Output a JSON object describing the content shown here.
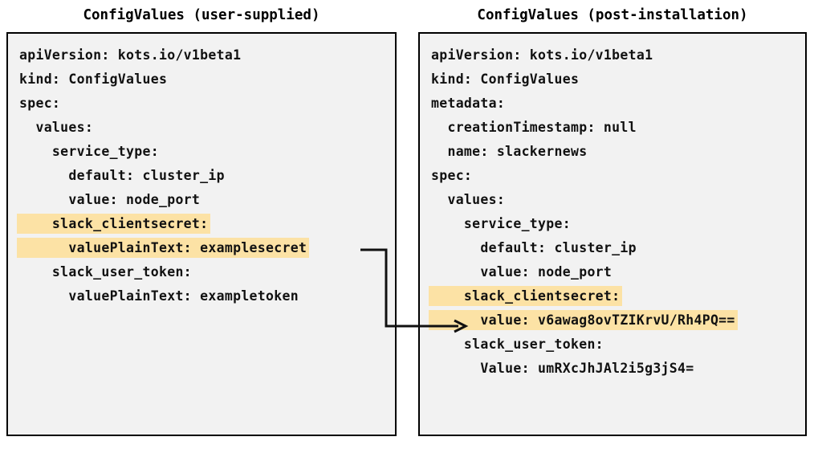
{
  "diagram": {
    "title_left": "ConfigValues (user-supplied)",
    "title_right": "ConfigValues (post-installation)",
    "highlight_color": "#FCE2A5",
    "panel_background": "#F2F2F2",
    "border_color": "#000000",
    "connector_color": "#000000"
  },
  "left_panel": {
    "title": "ConfigValues (user-supplied)",
    "lines": [
      {
        "text": "apiVersion: kots.io/v1beta1",
        "indent": 0,
        "highlight": false
      },
      {
        "text": "kind: ConfigValues",
        "indent": 0,
        "highlight": false
      },
      {
        "text": "spec:",
        "indent": 0,
        "highlight": false
      },
      {
        "text": "values:",
        "indent": 1,
        "highlight": false
      },
      {
        "text": "service_type:",
        "indent": 2,
        "highlight": false
      },
      {
        "text": "default: cluster_ip",
        "indent": 3,
        "highlight": false
      },
      {
        "text": "value: node_port",
        "indent": 3,
        "highlight": false
      },
      {
        "text": "slack_clientsecret:",
        "indent": 2,
        "highlight": true
      },
      {
        "text": "valuePlainText: examplesecret",
        "indent": 3,
        "highlight": true
      },
      {
        "text": "slack_user_token:",
        "indent": 2,
        "highlight": false
      },
      {
        "text": "valuePlainText: exampletoken",
        "indent": 3,
        "highlight": false
      }
    ]
  },
  "right_panel": {
    "title": "ConfigValues (post-installation)",
    "lines": [
      {
        "text": "apiVersion: kots.io/v1beta1",
        "indent": 0,
        "highlight": false
      },
      {
        "text": "kind: ConfigValues",
        "indent": 0,
        "highlight": false
      },
      {
        "text": "metadata:",
        "indent": 0,
        "highlight": false
      },
      {
        "text": "creationTimestamp: null",
        "indent": 1,
        "highlight": false
      },
      {
        "text": "name: slackernews",
        "indent": 1,
        "highlight": false
      },
      {
        "text": "spec:",
        "indent": 0,
        "highlight": false
      },
      {
        "text": "values:",
        "indent": 1,
        "highlight": false
      },
      {
        "text": "service_type:",
        "indent": 2,
        "highlight": false
      },
      {
        "text": "default: cluster_ip",
        "indent": 3,
        "highlight": false
      },
      {
        "text": "value: node_port",
        "indent": 3,
        "highlight": false
      },
      {
        "text": "slack_clientsecret:",
        "indent": 2,
        "highlight": true
      },
      {
        "text": "value: v6awag8ovTZIKrvU/Rh4PQ==",
        "indent": 3,
        "highlight": true
      },
      {
        "text": "slack_user_token:",
        "indent": 2,
        "highlight": false
      },
      {
        "text": "Value: umRXcJhJAl2i5g3jS4=",
        "indent": 3,
        "highlight": false
      }
    ]
  },
  "connector": {
    "label": "encryption-mapping-arrow",
    "from_line": "valuePlainText: examplesecret",
    "to_line": "value: v6awag8ovTZIKrvU/Rh4PQ=="
  }
}
